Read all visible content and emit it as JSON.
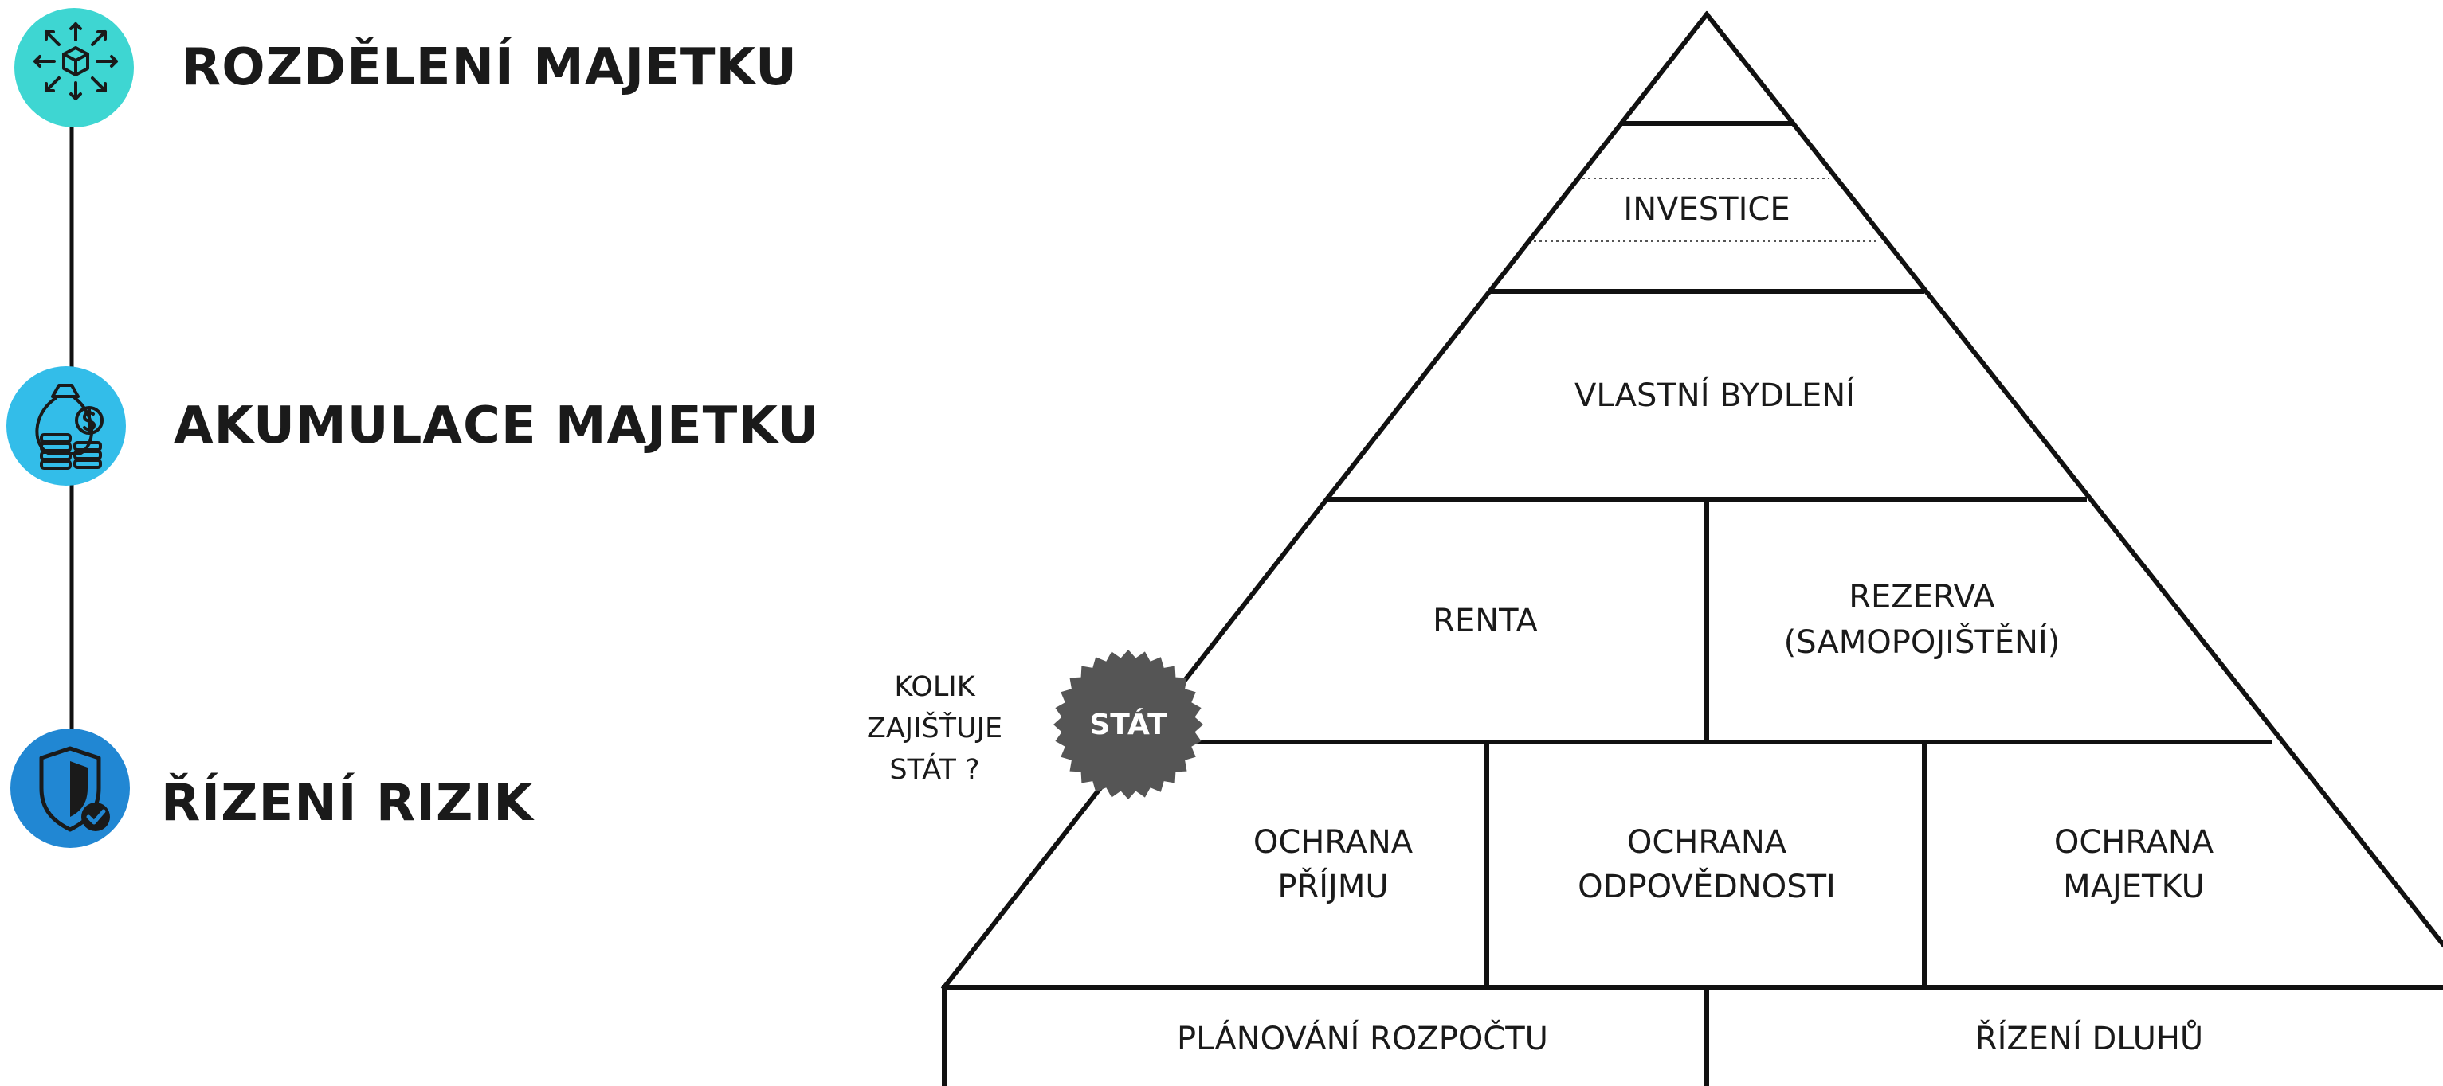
{
  "steps": [
    {
      "title": "ROZDĚLENÍ MAJETKU",
      "icon": "asset-distribution-icon",
      "color": "#3ed6d2"
    },
    {
      "title": "AKUMULACE MAJETKU",
      "icon": "money-bag-coins-icon",
      "color": "#33bde9"
    },
    {
      "title": "ŘÍZENÍ RIZIK",
      "icon": "shield-check-icon",
      "color": "#2187d3"
    }
  ],
  "pyramid": {
    "top": {
      "label": "INVESTICE"
    },
    "level2": {
      "label": "VLASTNÍ BYDLENÍ"
    },
    "level3": {
      "left": "RENTA",
      "right_line1": "REZERVA",
      "right_line2": "(SAMOPOJIŠTĚNÍ)"
    },
    "level4": {
      "left_line1": "OCHRANA",
      "left_line2": "PŘÍJMU",
      "middle_line1": "OCHRANA",
      "middle_line2": "ODPOVĚDNOSTI",
      "right_line1": "OCHRANA",
      "right_line2": "MAJETKU"
    },
    "base": {
      "left": "PLÁNOVÁNÍ ROZPOČTU",
      "right": "ŘÍZENÍ DLUHŮ"
    }
  },
  "state_badge": {
    "label": "STÁT",
    "color": "#555555"
  },
  "state_note": {
    "line1": "KOLIK",
    "line2": "ZAJIŠŤUJE",
    "line3": "STÁT ?"
  }
}
